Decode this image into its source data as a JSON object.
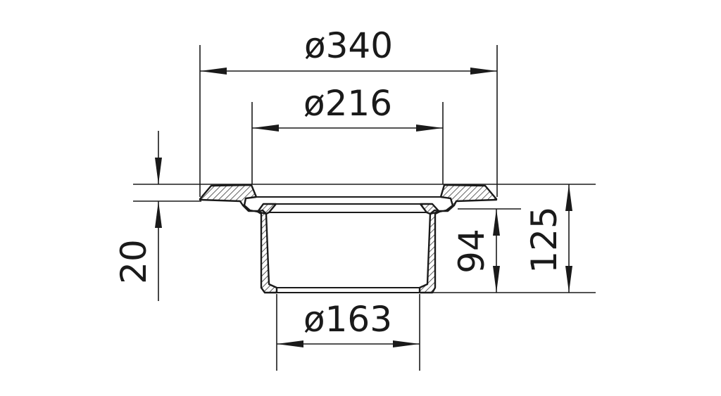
{
  "dimensions": {
    "outer_diameter": "ø340",
    "inner_diameter": "ø216",
    "bottom_diameter": "ø163",
    "flange_thickness": "20",
    "body_height": "94",
    "total_height": "125"
  },
  "colors": {
    "line": "#1a1a1a",
    "background": "#ffffff"
  }
}
